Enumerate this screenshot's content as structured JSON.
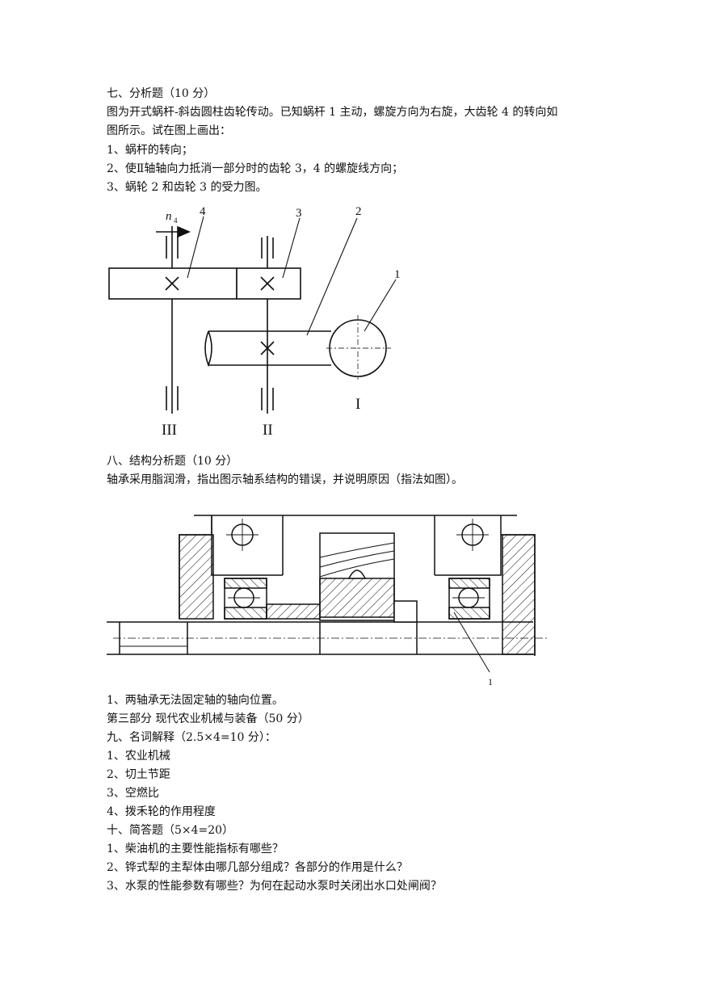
{
  "section7": {
    "heading": "七、分析题（10 分）",
    "line1": "图为开式蜗杆-斜齿圆柱齿轮传动。已知蜗杆 1 主动，螺旋方向为右旋，大齿轮 4 的转向如",
    "line2": "图所示。试在图上画出：",
    "q1": "1、蜗杆的转向；",
    "q2": "2、使Ⅱ轴轴向力抵消一部分时的齿轮 3，4 的螺旋线方向；",
    "q3": "3、蜗轮 2 和齿轮 3 的受力图。"
  },
  "figure1": {
    "label_n": "n",
    "label_n_sub": "4",
    "label_4": "4",
    "label_3": "3",
    "label_2": "2",
    "label_1": "1",
    "shaft_I": "I",
    "shaft_II": "II",
    "shaft_III": "III"
  },
  "section8": {
    "heading": "八、结构分析题（10 分）",
    "line1": "轴承采用脂润滑，指出图示轴系结构的错误，并说明原因（指法如图）。"
  },
  "figure2": {
    "label_1": "1"
  },
  "answer8": "1、两轴承无法固定轴的轴向位置。",
  "part3": {
    "heading": "第三部分  现代农业机械与装备（50 分）"
  },
  "section9": {
    "heading": "九、名词解释（2.5×4=10 分）：",
    "items": [
      "1、农业机械",
      "2、切土节距",
      "3、空燃比",
      "4、拨禾轮的作用程度"
    ]
  },
  "section10": {
    "heading": "十、简答题（5×4=20）",
    "items": [
      "1、柴油机的主要性能指标有哪些？",
      "2、铧式犁的主犁体由哪几部分组成？各部分的作用是什么？",
      "3、水泵的性能参数有哪些？为何在起动水泵时关闭出水口处闸阀？"
    ]
  }
}
